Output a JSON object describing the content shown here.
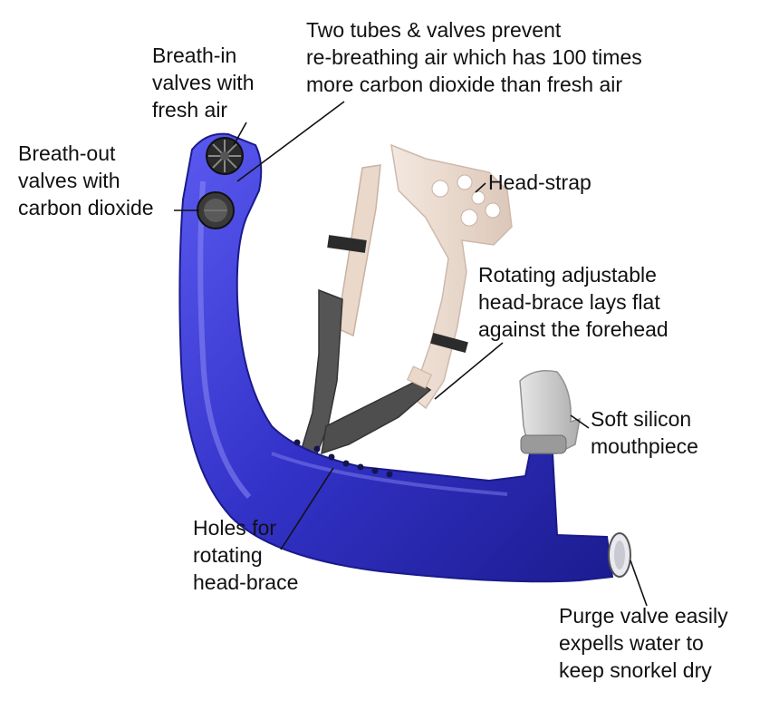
{
  "labels": {
    "breath_in": [
      "Breath-in",
      "valves with",
      "fresh air"
    ],
    "two_tubes": [
      "Two tubes & valves prevent",
      "re-breathing air which has 100 times",
      "more carbon dioxide than fresh air"
    ],
    "breath_out": [
      "Breath-out",
      "valves with",
      "carbon dioxide"
    ],
    "head_strap": [
      "Head-strap"
    ],
    "rotating_brace": [
      "Rotating adjustable",
      "head-brace lays flat",
      "against the forehead"
    ],
    "mouthpiece": [
      "Soft silicon",
      "mouthpiece"
    ],
    "holes": [
      "Holes for",
      "rotating",
      "head-brace"
    ],
    "purge_valve": [
      "Purge valve easily",
      "expells water to",
      "keep snorkel dry"
    ]
  },
  "colors": {
    "tube_blue": "#3030c8",
    "tube_dark": "#1a1a8a",
    "tube_light": "#6a6aee",
    "strap_beige": "#e9d6c8",
    "brace_dark": "#4a4a4a",
    "leader_line": "#111111"
  },
  "icons": {
    "breath_in_valve": "grille-valve-icon",
    "breath_out_valve": "round-valve-icon"
  }
}
